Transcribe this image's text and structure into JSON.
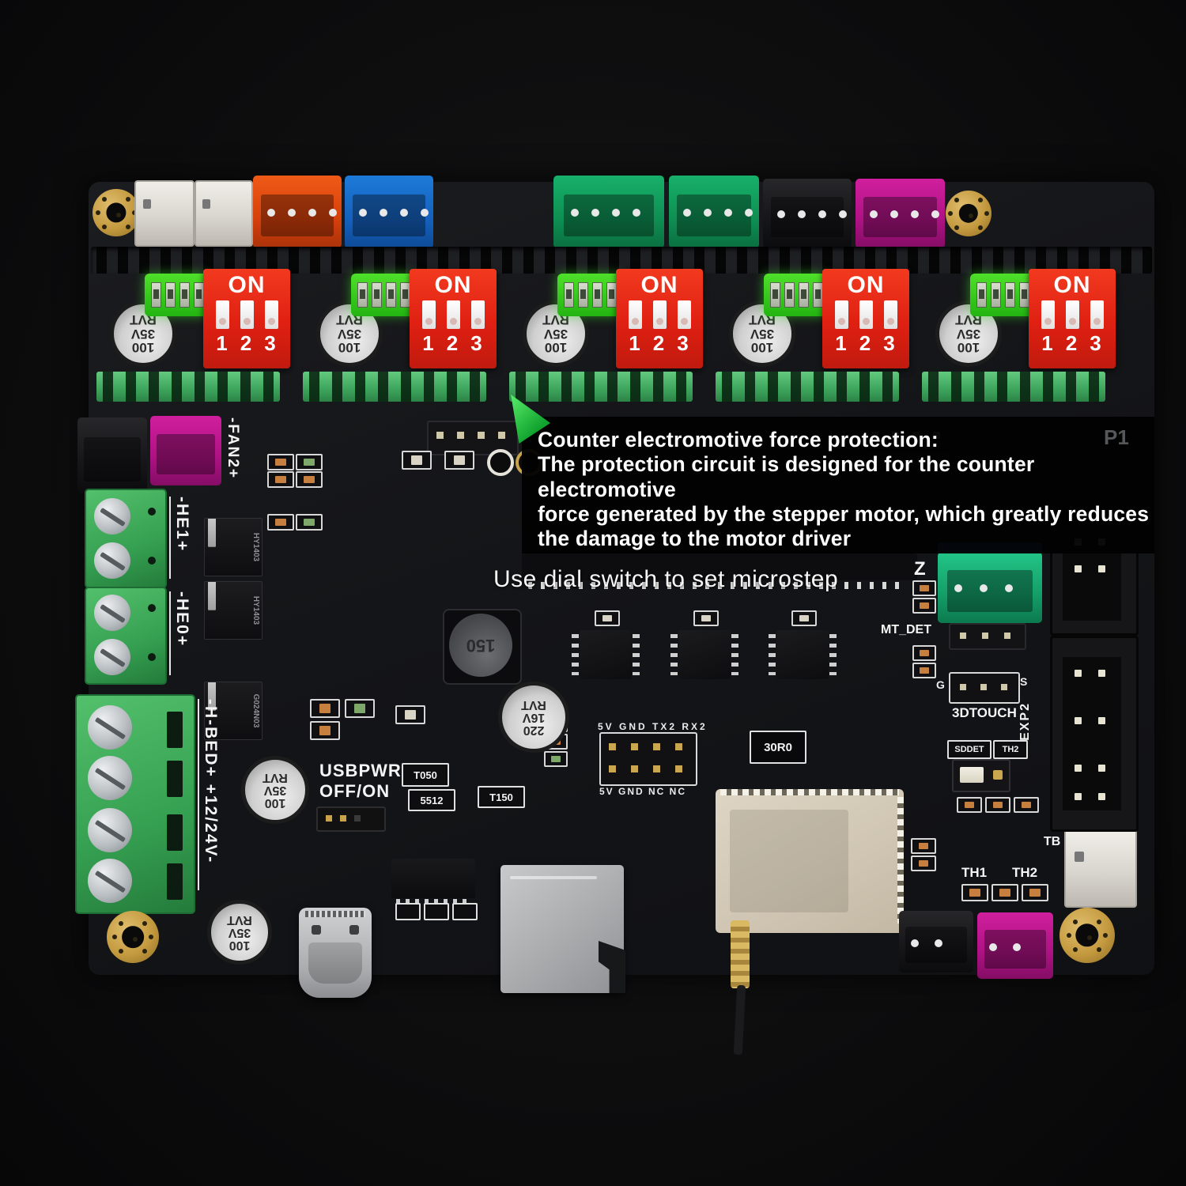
{
  "callout": {
    "title": "Counter electromotive force protection:",
    "line1": "The protection circuit is designed for the counter electromotive",
    "line2": "force generated by the stepper motor, which greatly reduces",
    "line3": "the damage to the motor driver"
  },
  "caption": "Use dial switch to set microstep",
  "silkscreen": {
    "p1": "P1",
    "fan2": "-FAN2+",
    "he1": "-HE1+",
    "he0": "-HE0+",
    "hbed": "-H-BED+ +12/24V-",
    "usbpwr_line1": "USBPWR",
    "usbpwr_line2": "OFF/ON",
    "z": "Z",
    "mt_det": "MT_DET",
    "g": "G",
    "s": "S",
    "touch": "3DTOUCH",
    "exp2": "EXP2",
    "sddet": "SDDET",
    "th2_det": "TH2",
    "tb": "TB",
    "th1": "TH1",
    "th2": "TH2",
    "uart_top": "5V GND TX2 RX2",
    "uart_bottom": "5V  GND  NC  NC"
  },
  "components": {
    "dip_on": "ON",
    "dip_numbers": "123",
    "cap_large": [
      "100",
      "35V",
      "RVT"
    ],
    "cap_mid": [
      "220",
      "16V",
      "RVT"
    ],
    "inductor": "150",
    "resistor_30r0": "30R0",
    "t050": "T050",
    "t150": "T150",
    "s5512": "5512",
    "mosfet_a": "HY1403",
    "mosfet_b": "G024N03"
  },
  "colors": {
    "pcb": "#141518",
    "glow_green": "#35e01c",
    "dip_red": "#df2012",
    "terminal_green": "#3da45c",
    "connector_orange": "#d5400c",
    "connector_blue": "#1561bd",
    "connector_green": "#0f8f53",
    "connector_magenta": "#ad1283",
    "gold": "#c49a3f"
  }
}
